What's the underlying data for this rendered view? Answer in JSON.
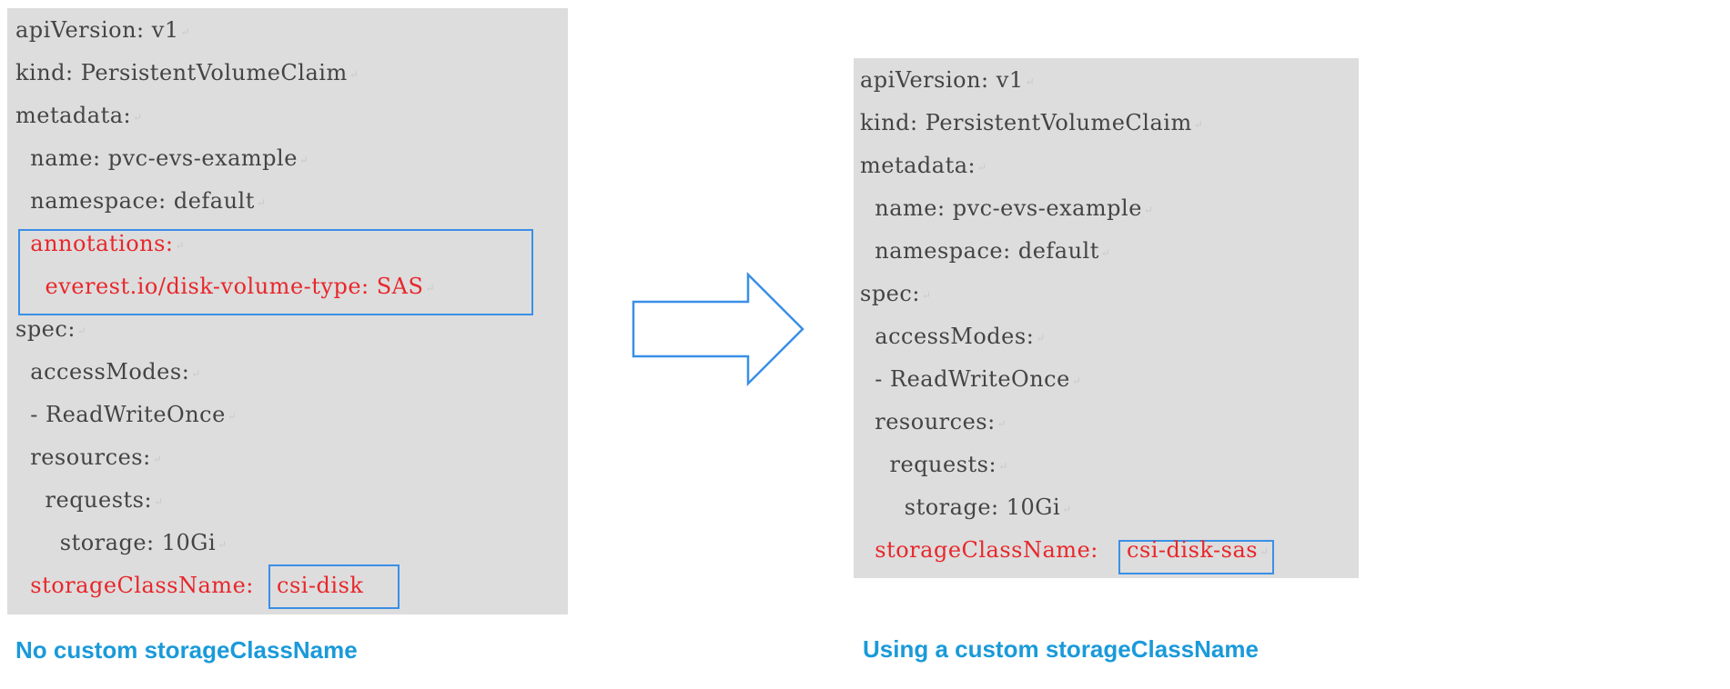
{
  "colors": {
    "panel_background": "#dddddd",
    "code_text": "#444444",
    "highlight_text": "#e8272b",
    "box_outline": "#3a8fe6",
    "caption_text": "#1a9ad9",
    "return_mark": "#c9c9c9"
  },
  "left": {
    "caption": "No custom storageClassName",
    "lines": [
      "apiVersion: v1",
      "kind: PersistentVolumeClaim",
      "metadata:",
      "  name: pvc-evs-example",
      "  namespace: default",
      "  annotations:",
      "    everest.io/disk-volume-type: SAS",
      "spec:",
      "  accessModes:",
      "  - ReadWriteOnce",
      "  resources:",
      "    requests:",
      "      storage: 10Gi",
      "  storageClassName:",
      "csi-disk"
    ]
  },
  "right": {
    "caption": "Using a custom storageClassName",
    "lines": [
      "apiVersion: v1",
      "kind: PersistentVolumeClaim",
      "metadata:",
      "  name: pvc-evs-example",
      "  namespace: default",
      "spec:",
      "  accessModes:",
      "  - ReadWriteOnce",
      "  resources:",
      "    requests:",
      "      storage: 10Gi",
      "  storageClassName:",
      "csi-disk-sas"
    ]
  },
  "icons": {
    "return_mark": "↵",
    "arrow": "right-arrow-outline-icon"
  }
}
